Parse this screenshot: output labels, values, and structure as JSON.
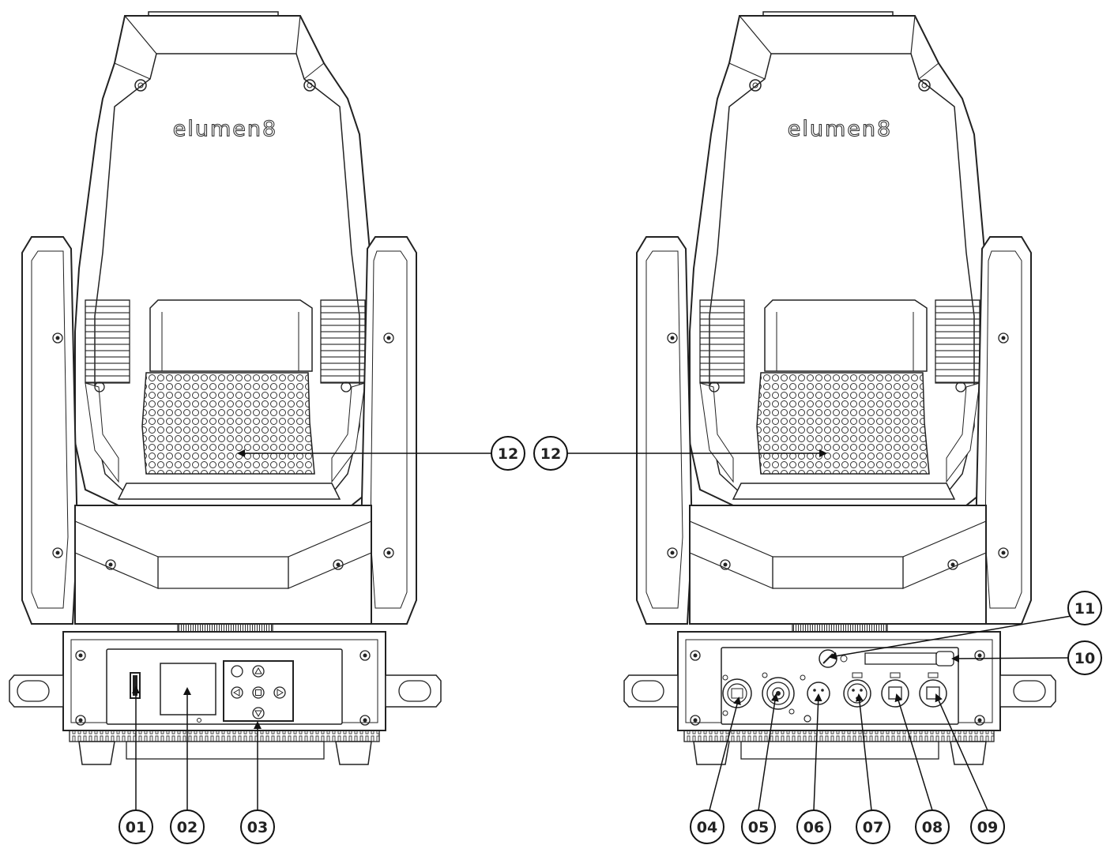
{
  "brand": "elumen8",
  "colors": {
    "line": "#222222",
    "background": "#ffffff"
  },
  "views": [
    {
      "name": "front-view",
      "brand": "elumen8"
    },
    {
      "name": "rear-view",
      "brand": "elumen8"
    }
  ],
  "callouts": [
    {
      "id": "01",
      "label": "01"
    },
    {
      "id": "02",
      "label": "02"
    },
    {
      "id": "03",
      "label": "03"
    },
    {
      "id": "04",
      "label": "04"
    },
    {
      "id": "05",
      "label": "05"
    },
    {
      "id": "06",
      "label": "06"
    },
    {
      "id": "07",
      "label": "07"
    },
    {
      "id": "08",
      "label": "08"
    },
    {
      "id": "09",
      "label": "09"
    },
    {
      "id": "10",
      "label": "10"
    },
    {
      "id": "11",
      "label": "11"
    },
    {
      "id": "12a",
      "label": "12"
    },
    {
      "id": "12b",
      "label": "12"
    }
  ],
  "icons": [
    "usb-port-icon",
    "display-icon",
    "control-buttons-icon",
    "arrow-up-icon",
    "arrow-down-icon",
    "arrow-left-icon",
    "arrow-right-icon",
    "enter-button-icon",
    "menu-button-icon",
    "power-in-connector-icon",
    "power-out-connector-icon",
    "xlr-in-connector-icon",
    "xlr-out-connector-icon",
    "ethernet-port-icon",
    "fuse-holder-icon",
    "safety-cable-icon",
    "fan-grille-icon"
  ]
}
